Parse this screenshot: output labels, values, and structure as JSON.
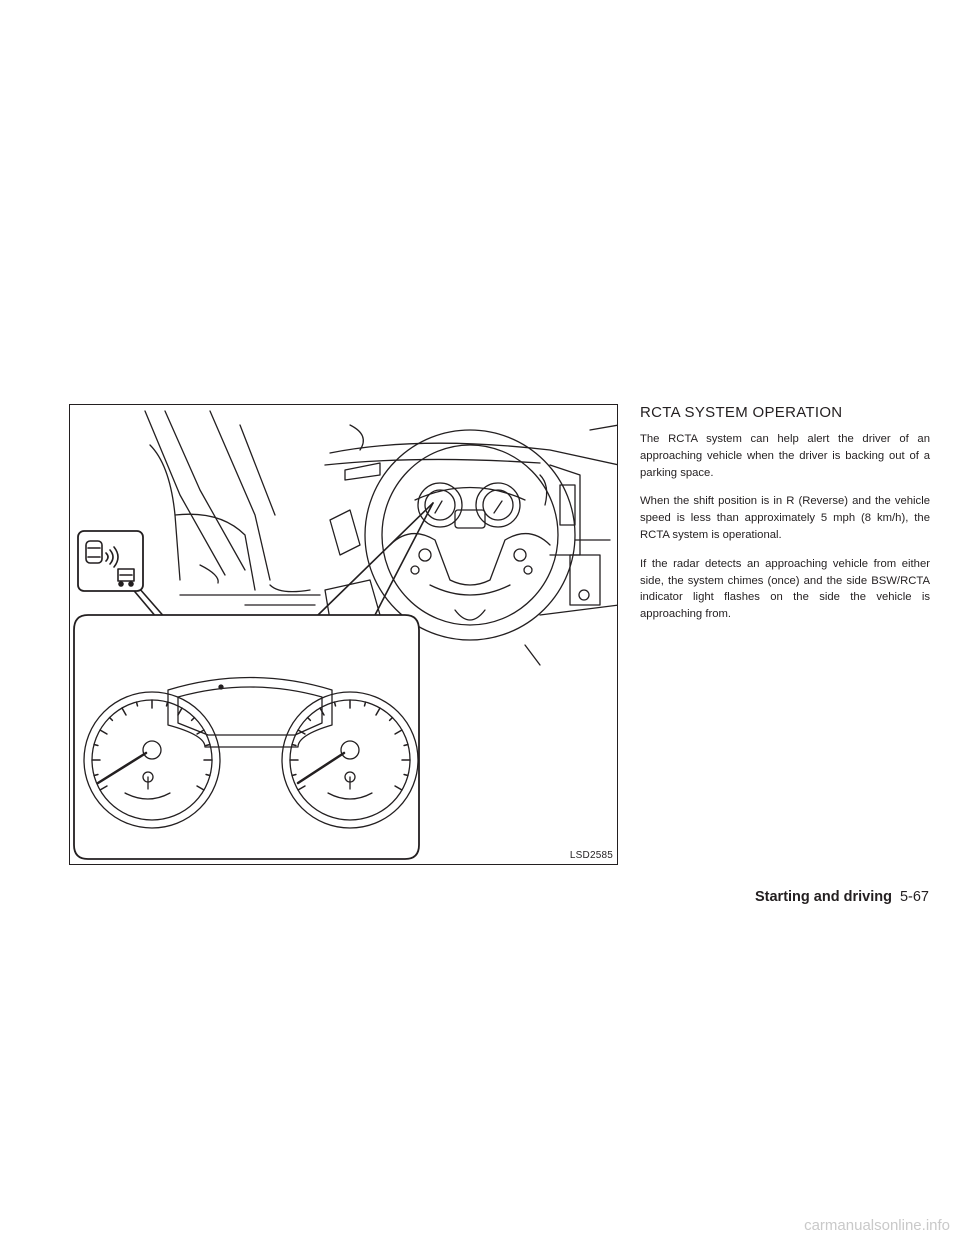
{
  "figure": {
    "code": "LSD2585",
    "callout_icon": "blind-spot-warning-indicator-icon"
  },
  "section": {
    "heading": "RCTA SYSTEM OPERATION",
    "paragraphs": [
      "The RCTA system can help alert the driver of an approaching vehicle when the driver is backing out of a parking space.",
      "When the shift position is in R (Reverse) and the vehicle speed is less than approximately 5 mph (8 km/h), the RCTA system is operational.",
      "If the radar detects an approaching vehicle from either side, the system chimes (once) and the side BSW/RCTA indicator light flashes on the side the vehicle is approaching from."
    ]
  },
  "footer": {
    "chapter": "Starting and driving",
    "page": "5-67"
  },
  "watermark": "carmanualsonline.info",
  "colors": {
    "ink": "#231f20",
    "watermark": "#c9c9c9"
  }
}
